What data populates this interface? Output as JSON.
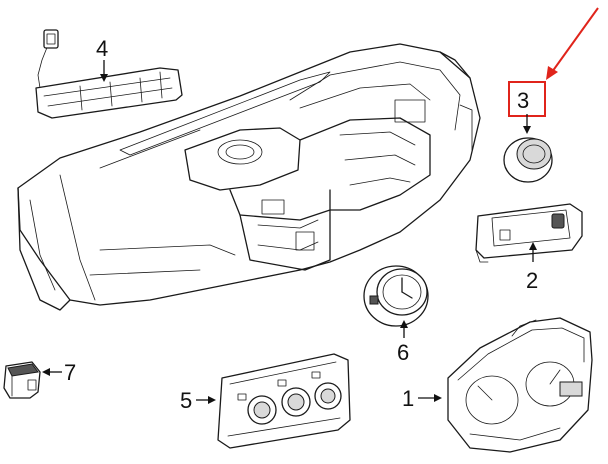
{
  "callouts": {
    "c1": "1",
    "c2": "2",
    "c3": "3",
    "c4": "4",
    "c5": "5",
    "c6": "6",
    "c7": "7"
  },
  "colors": {
    "highlight": "#e0241b",
    "line": "#1a1a1a"
  }
}
